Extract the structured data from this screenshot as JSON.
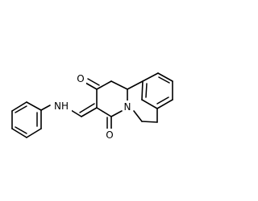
{
  "structure": {
    "atoms": {
      "oxygen_top": "O",
      "oxygen_bottom": "O",
      "amine": "NH",
      "ring_nitrogen": "N"
    },
    "colors": {
      "bond": "#000000",
      "label": "#000000",
      "background": "#ffffff"
    }
  }
}
